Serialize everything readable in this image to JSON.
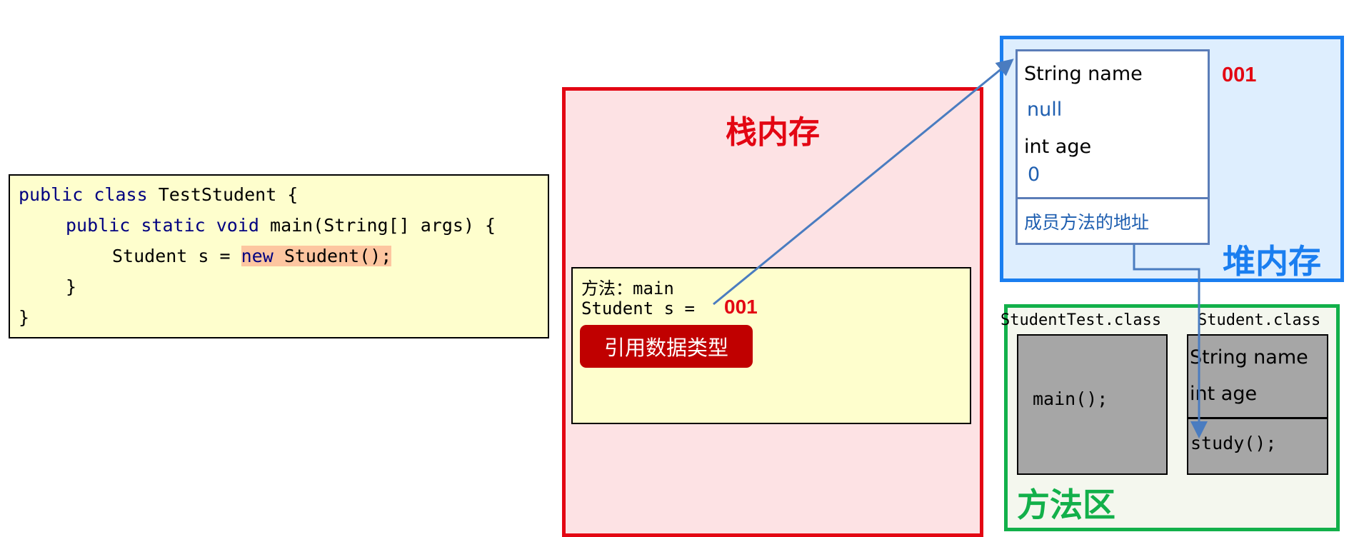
{
  "code": {
    "lines": [
      "public class TestStudent {",
      "public static void main(String[] args) {",
      "Student s = ",
      "new Student();",
      "}",
      "}"
    ],
    "kw_public": "public",
    "kw_class": "class",
    "rest1": " TestStudent {",
    "kw_static": "static",
    "kw_void": "void",
    "rest2": " main(String[] args) {",
    "line3_pre": "Student s = ",
    "line3_new": "new",
    "line3_rest": " Student();",
    "close_inner": "}",
    "close_outer": "}"
  },
  "stack": {
    "title": "栈内存",
    "frame": {
      "method_label": "方法：main",
      "var_label": "Student s = ",
      "address": "001",
      "ref_type_label": "引用数据类型"
    }
  },
  "heap": {
    "title": "堆内存",
    "address": "001",
    "object": {
      "field1": "String name",
      "value1": "null",
      "field2": "int age",
      "value2": "0",
      "method_addr": "成员方法的地址"
    }
  },
  "method_area": {
    "title": "方法区",
    "class1": {
      "name": "StudentTest.class",
      "method": "main();"
    },
    "class2": {
      "name": "Student.class",
      "field1": "String name",
      "field2": "int age",
      "method": "study();"
    }
  },
  "colors": {
    "stack": "#e30613",
    "heap": "#1a7ef0",
    "method_area": "#12b04a",
    "arrow": "#4a7cc0",
    "address": "#e30613"
  }
}
